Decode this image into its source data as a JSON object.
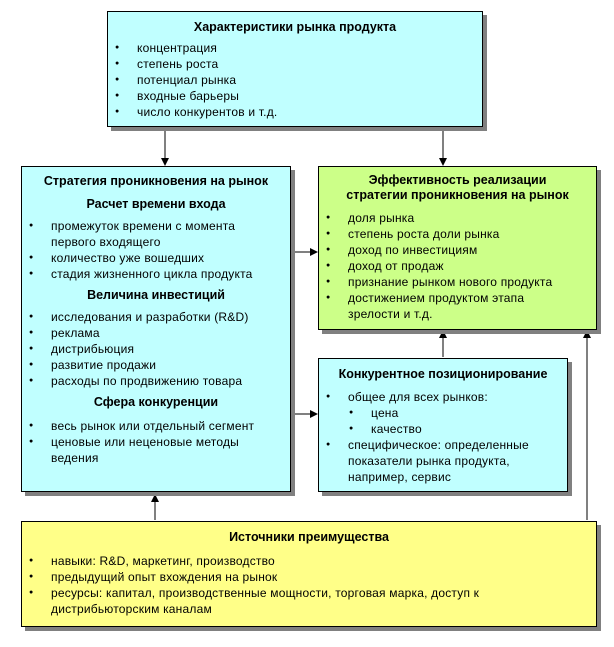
{
  "market_characteristics": {
    "title": "Характеристики рынка продукта",
    "items": [
      "концентрация",
      "степень роста",
      "потенциал рынка",
      "входные барьеры",
      "число конкурентов и т.д."
    ]
  },
  "entry_strategy": {
    "title": "Стратегия проникновения на рынок",
    "timing": {
      "title": "Расчет времени входа",
      "items": [
        "промежуток времени с момента первого входящего",
        "количество уже вошедших",
        "стадия жизненного цикла продукта"
      ]
    },
    "investment": {
      "title": "Величина инвестиций",
      "items": [
        "исследования и разработки (R&D)",
        "реклама",
        "дистрибьюция",
        "развитие продажи",
        "расходы по продвижению товара"
      ]
    },
    "competition_scope": {
      "title": "Сфера конкуренции",
      "items": [
        "весь рынок или отдельный сегмент",
        "ценовые или неценовые методы ведения"
      ]
    }
  },
  "effectiveness": {
    "title": "Эффективность реализации стратегии проникновения на рынок",
    "items": [
      "доля рынка",
      "степень роста доли рынка",
      "доход по инвестициям",
      "доход от продаж",
      "признание рынком нового продукта",
      "достижением продуктом этапа зрелости и т.д."
    ]
  },
  "competitive_positioning": {
    "title": "Конкурентное позиционирование",
    "general": "общее для всех рынков:",
    "general_sub": [
      "цена",
      "качество"
    ],
    "specific": "специфическое: определенные показатели рынка продукта, например, сервис"
  },
  "advantage_sources": {
    "title": "Источники преимущества",
    "items": [
      "навыки: R&D, маркетинг, производство",
      "предыдущий опыт вхождения на рынок",
      "ресурсы: капитал, производственные мощности, торговая марка, доступ к дистрибьюторским каналам"
    ]
  },
  "colors": {
    "cyan": "#c0ffff",
    "green": "#ccff88",
    "yellow": "#ffff88"
  }
}
